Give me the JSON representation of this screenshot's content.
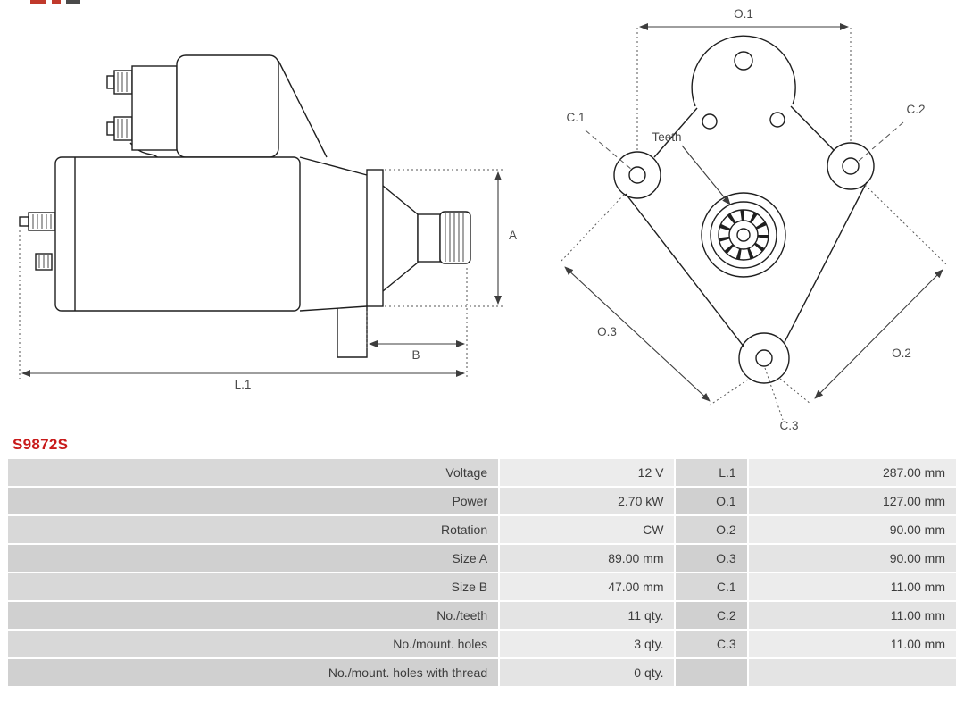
{
  "brand": {
    "fragment_colors": [
      "#c0392b",
      "#c0392b",
      "#4a4a4a"
    ]
  },
  "product": {
    "code": "S9872S"
  },
  "colors": {
    "product_code_red": "#c81a1a",
    "drawing_line": "#1f1f1f",
    "dimension_text": "#4a4a4a",
    "table_label_bg": "#d8d8d8",
    "table_value_bg": "#ececec"
  },
  "diagram": {
    "labels": {
      "A": "A",
      "B": "B",
      "L1": "L.1",
      "O1": "O.1",
      "O2": "O.2",
      "O3": "O.3",
      "C1": "C.1",
      "C2": "C.2",
      "C3": "C.3",
      "teeth": "Teeth"
    }
  },
  "spec_table": {
    "rows": [
      {
        "label": "Voltage",
        "value": "12 V",
        "dim_label": "L.1",
        "dim_value": "287.00 mm"
      },
      {
        "label": "Power",
        "value": "2.70 kW",
        "dim_label": "O.1",
        "dim_value": "127.00 mm"
      },
      {
        "label": "Rotation",
        "value": "CW",
        "dim_label": "O.2",
        "dim_value": "90.00 mm"
      },
      {
        "label": "Size A",
        "value": "89.00 mm",
        "dim_label": "O.3",
        "dim_value": "90.00 mm"
      },
      {
        "label": "Size B",
        "value": "47.00 mm",
        "dim_label": "C.1",
        "dim_value": "11.00 mm"
      },
      {
        "label": "No./teeth",
        "value": "11 qty.",
        "dim_label": "C.2",
        "dim_value": "11.00 mm"
      },
      {
        "label": "No./mount. holes",
        "value": "3 qty.",
        "dim_label": "C.3",
        "dim_value": "11.00 mm"
      },
      {
        "label": "No./mount. holes with thread",
        "value": "0 qty.",
        "dim_label": "",
        "dim_value": ""
      }
    ]
  }
}
